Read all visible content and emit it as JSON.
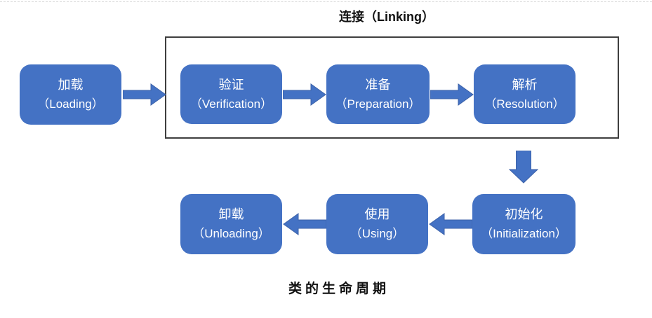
{
  "title": "连接（Linking）",
  "caption": "类的生命周期",
  "colors": {
    "node_fill": "#4472c4",
    "arrow_fill": "#4472c4",
    "group_border": "#3f3f3f",
    "text_on_node": "#ffffff",
    "title_text": "#111111"
  },
  "group": {
    "label": "连接（Linking）",
    "members": [
      "verification",
      "preparation",
      "resolution"
    ]
  },
  "nodes": [
    {
      "id": "loading",
      "zh": "加载",
      "en": "（Loading）"
    },
    {
      "id": "verification",
      "zh": "验证",
      "en": "（Verification）"
    },
    {
      "id": "preparation",
      "zh": "准备",
      "en": "（Preparation）"
    },
    {
      "id": "resolution",
      "zh": "解析",
      "en": "（Resolution）"
    },
    {
      "id": "initialization",
      "zh": "初始化",
      "en": "（Initialization）"
    },
    {
      "id": "using",
      "zh": "使用",
      "en": "（Using）"
    },
    {
      "id": "unloading",
      "zh": "卸载",
      "en": "（Unloading）"
    }
  ],
  "arrows": [
    {
      "from": "loading",
      "to": "verification",
      "direction": "right"
    },
    {
      "from": "verification",
      "to": "preparation",
      "direction": "right"
    },
    {
      "from": "preparation",
      "to": "resolution",
      "direction": "right"
    },
    {
      "from": "resolution",
      "to": "initialization",
      "direction": "down"
    },
    {
      "from": "initialization",
      "to": "using",
      "direction": "left"
    },
    {
      "from": "using",
      "to": "unloading",
      "direction": "left"
    }
  ]
}
